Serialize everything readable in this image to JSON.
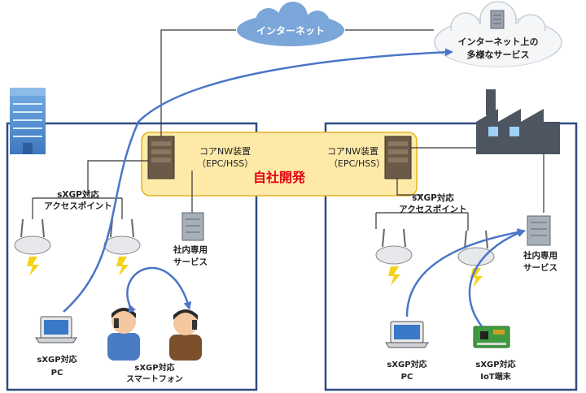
{
  "cloud_left": {
    "label": "インターネット"
  },
  "cloud_right": {
    "line1": "インターネット上の",
    "line2": "多様なサービス"
  },
  "highlight": {
    "label": "自社開発",
    "color": "#e60012",
    "fill": "#fdeaa8",
    "border": "#e6b422"
  },
  "left_site": {
    "core": {
      "line1": "コアNW装置",
      "line2": "（EPC/HSS）"
    },
    "ap": {
      "line1": "sXGP対応",
      "line2": "アクセスポイント"
    },
    "service": {
      "line1": "社内専用",
      "line2": "サービス"
    },
    "pc": {
      "line1": "sXGP対応",
      "line2": "PC"
    },
    "phone": {
      "line1": "sXGP対応",
      "line2": "スマートフォン"
    }
  },
  "right_site": {
    "core": {
      "line1": "コアNW装置",
      "line2": "（EPC/HSS）"
    },
    "ap": {
      "line1": "sXGP対応",
      "line2": "アクセスポイント"
    },
    "service": {
      "line1": "社内専用",
      "line2": "サービス"
    },
    "pc": {
      "line1": "sXGP対応",
      "line2": "PC"
    },
    "iot": {
      "line1": "sXGP対応",
      "line2": "IoT端末"
    }
  },
  "colors": {
    "box_border": "#2f4a80",
    "arrow": "#4a76c8",
    "line": "#333333",
    "cloud": "#7aa6d9"
  }
}
